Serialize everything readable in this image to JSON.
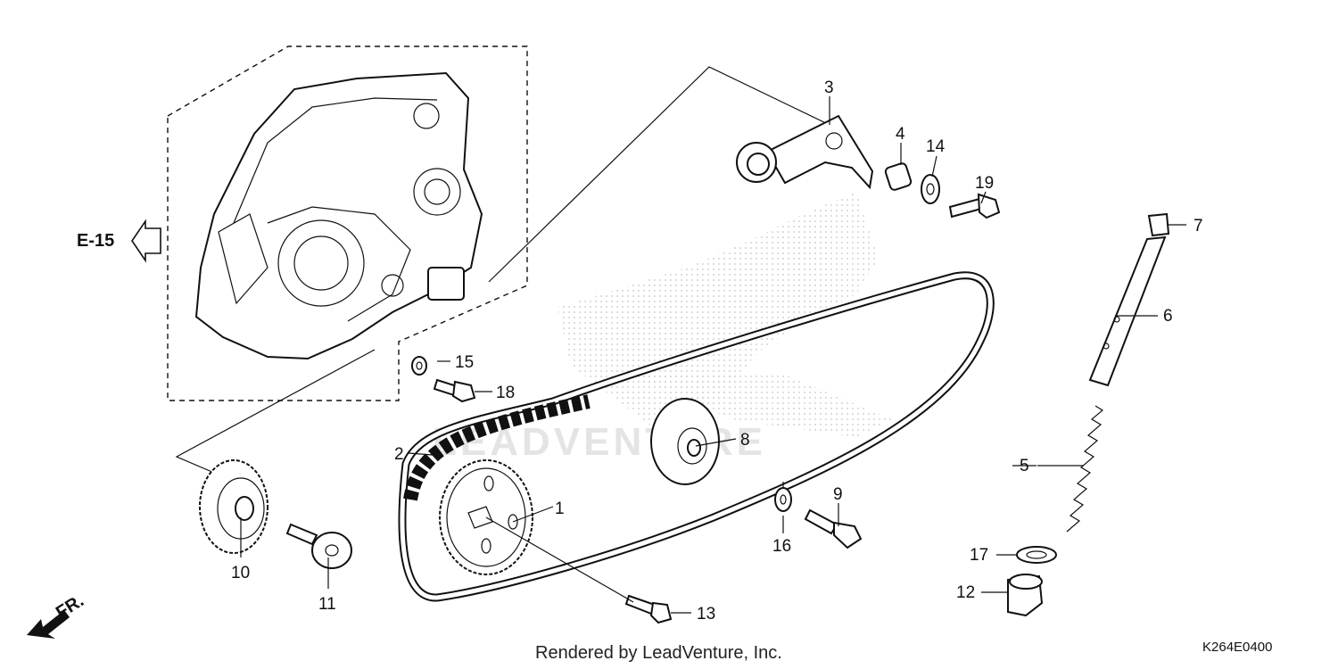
{
  "diagram": {
    "reference": "E-15",
    "front_marker": "FR.",
    "watermark": "LEADVENTURE",
    "footer": "Rendered by LeadVenture, Inc.",
    "diagram_code": "K264E0400",
    "callouts": {
      "c1": "1",
      "c2": "2",
      "c3": "3",
      "c4": "4",
      "c5": "5",
      "c6": "6",
      "c7": "7",
      "c8": "8",
      "c9": "9",
      "c10": "10",
      "c11": "11",
      "c12": "12",
      "c13": "13",
      "c14": "14",
      "c15": "15",
      "c16": "16",
      "c17": "17",
      "c18": "18",
      "c19": "19"
    }
  }
}
